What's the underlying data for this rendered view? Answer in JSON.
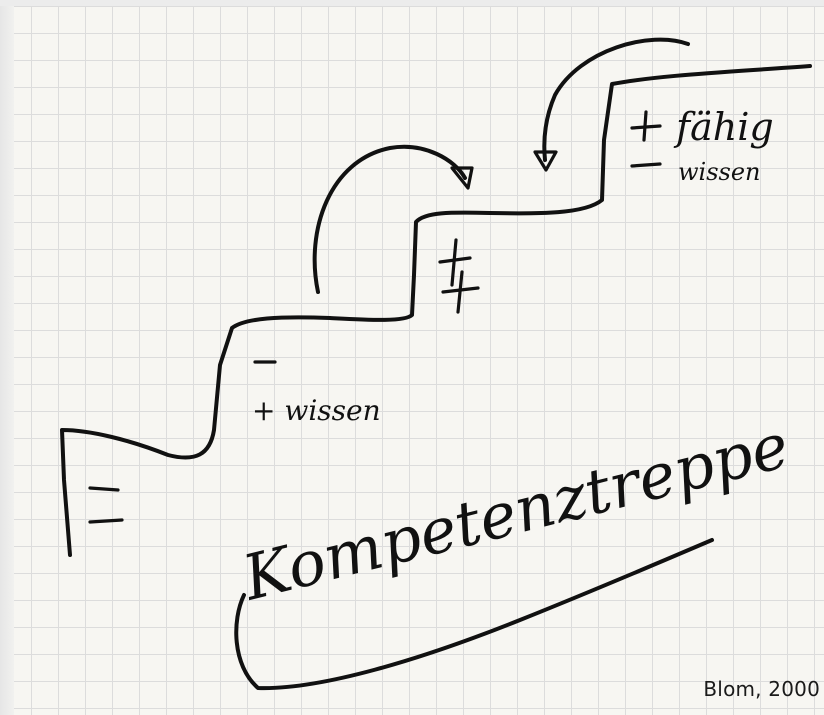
{
  "diagram": {
    "title": "Kompetenztreppe",
    "steps": [
      {
        "level": 1,
        "marks": "= =",
        "label": ""
      },
      {
        "level": 2,
        "marks": "−",
        "label": "+ wissen"
      },
      {
        "level": 3,
        "marks": "+ +",
        "label": ""
      },
      {
        "level": 4,
        "marks": "+ −",
        "label_top": "fähig",
        "label_bottom": "wissen"
      }
    ],
    "arrows": [
      {
        "from": "step-2",
        "to": "step-3"
      },
      {
        "from": "above",
        "to": "step-3-right"
      }
    ],
    "citation": "Blom, 2000",
    "ink_color": "#111111",
    "paper_color": "#f7f6f2",
    "grid_color": "#dcdcdc"
  }
}
